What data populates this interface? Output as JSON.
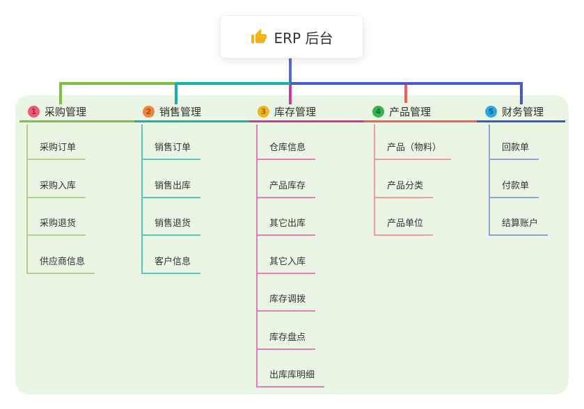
{
  "root": {
    "title": "ERP 后台",
    "icon": "thumbs-up-icon",
    "accent_color": "#5568d6"
  },
  "panel": {
    "background_color": "#eaf6e3"
  },
  "branches": [
    {
      "number": "1",
      "label": "采购管理",
      "colors": {
        "badge": "#ee5b72",
        "line": "#7cc142",
        "subline": "#a9d48a"
      },
      "items": [
        "采购订单",
        "采购入库",
        "采购退货",
        "供应商信息"
      ]
    },
    {
      "number": "2",
      "label": "销售管理",
      "colors": {
        "badge": "#f1843e",
        "line": "#12b3aa",
        "subline": "#56c6be"
      },
      "items": [
        "销售订单",
        "销售出库",
        "销售退货",
        "客户信息"
      ]
    },
    {
      "number": "3",
      "label": "库存管理",
      "colors": {
        "badge": "#f2b31d",
        "line": "#cf369e",
        "subline": "#ea79b7"
      },
      "items": [
        "仓库信息",
        "产品库存",
        "其它出库",
        "其它入库",
        "库存调拨",
        "库存盘点",
        "出库库明细"
      ]
    },
    {
      "number": "4",
      "label": "产品管理",
      "colors": {
        "badge": "#35b450",
        "line": "#f15c5c",
        "subline": "#f49a97"
      },
      "items": [
        "产品（物料）",
        "产品分类",
        "产品单位"
      ]
    },
    {
      "number": "5",
      "label": "财务管理",
      "colors": {
        "badge": "#2aa7de",
        "line": "#3a57c8",
        "subline": "#8ba2dd"
      },
      "items": [
        "回款单",
        "付款单",
        "结算账户"
      ]
    }
  ]
}
